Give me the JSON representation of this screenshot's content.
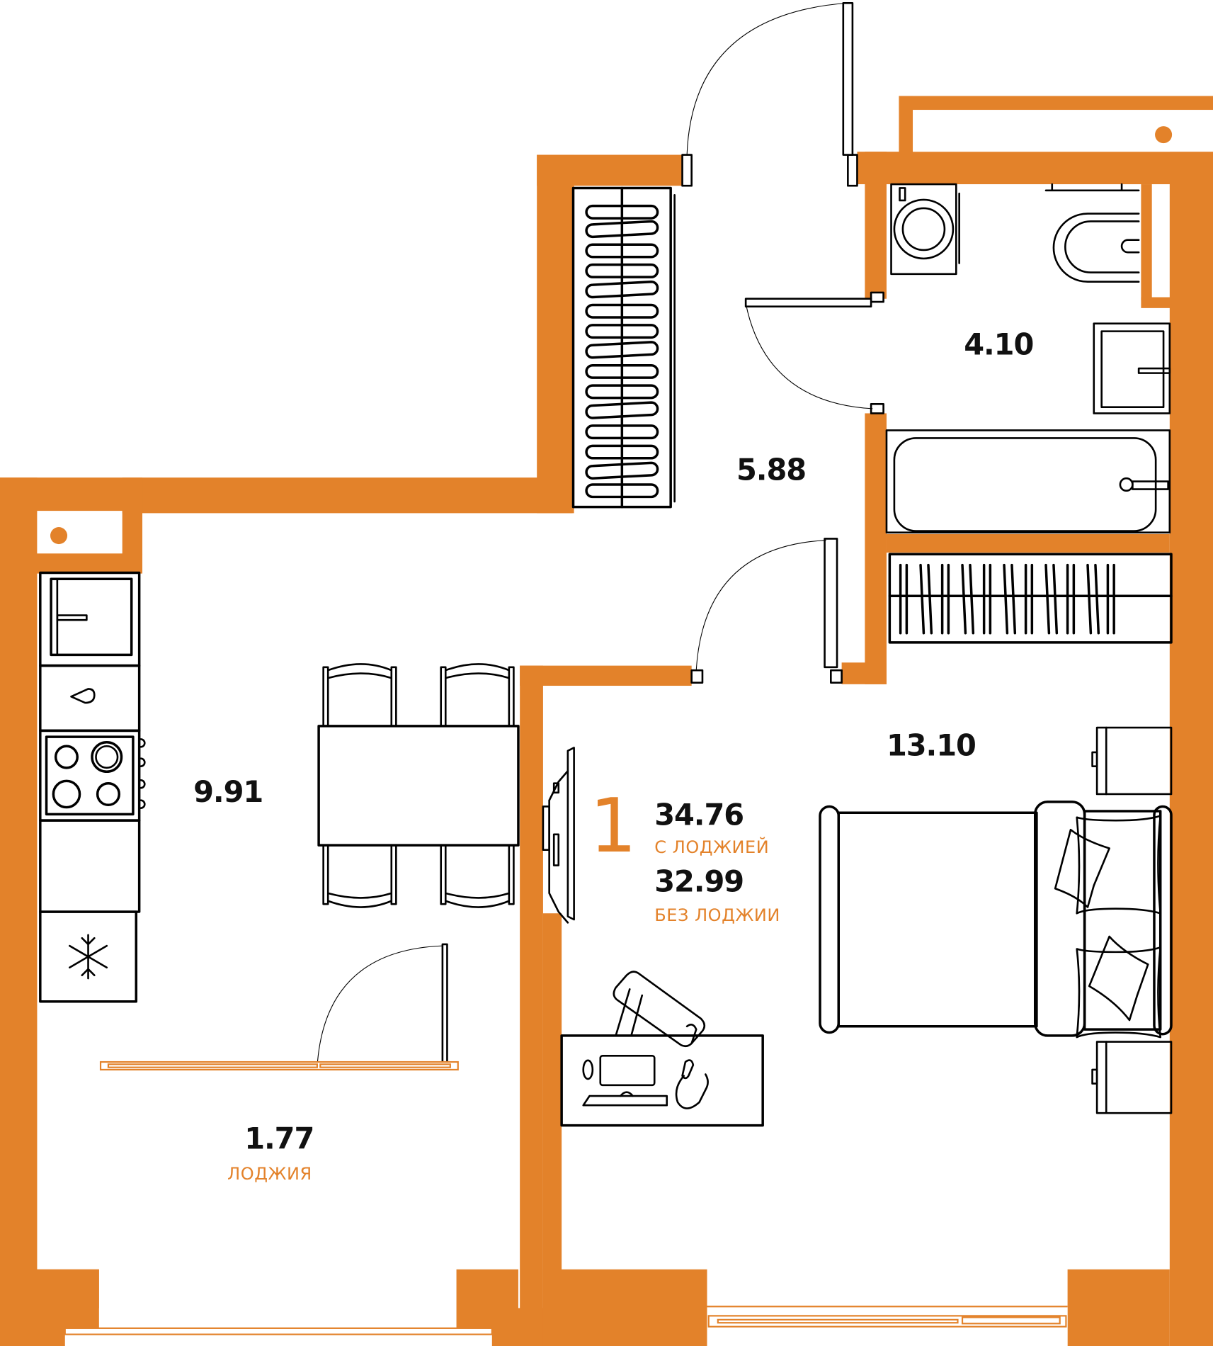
{
  "plan": {
    "colors": {
      "wall": "#E3822A",
      "line": "#000000",
      "background": "#FFFFFF",
      "accent_text": "#E3822A"
    },
    "summary": {
      "rooms_count": "1",
      "total_with_loggia": "34.76",
      "total_with_loggia_label": "С ЛОДЖИЕЙ",
      "total_without_loggia": "32.99",
      "total_without_loggia_label": "БЕЗ ЛОДЖИИ"
    },
    "rooms": [
      {
        "id": "hallway",
        "area": "5.88"
      },
      {
        "id": "bathroom",
        "area": "4.10"
      },
      {
        "id": "kitchen-living",
        "area": "9.91"
      },
      {
        "id": "bedroom",
        "area": "13.10"
      },
      {
        "id": "loggia",
        "area": "1.77",
        "label": "ЛОДЖИЯ"
      }
    ],
    "fixtures": [
      "wardrobe-icon",
      "washing-machine-icon",
      "toilet-icon",
      "sink-icon",
      "bathtub-icon",
      "radiator-icon",
      "fridge-icon",
      "stove-icon",
      "kitchen-sink-icon",
      "freezer-icon",
      "dining-table-icon",
      "chair-icon",
      "tv-icon",
      "bed-icon",
      "pillow-icon",
      "nightstand-icon",
      "desk-icon",
      "computer-icon",
      "office-chair-icon",
      "door-icon",
      "window-icon",
      "ventilation-shaft-icon"
    ]
  }
}
